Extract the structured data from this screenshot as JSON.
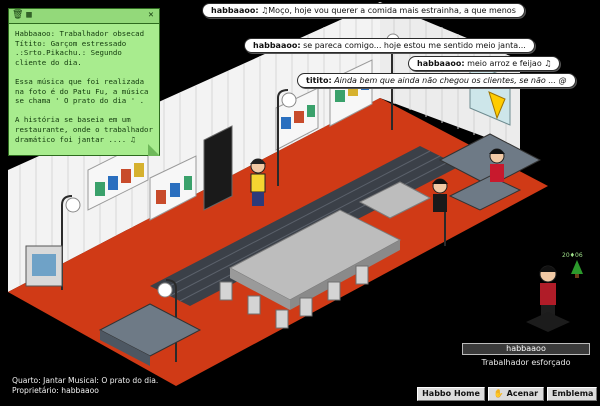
{
  "sticky_note": {
    "text": "Habbaaoo: Trabalhador obsecad\nTítito: Garçom estressado\n.:Srto.Pikachu.: Segundo cliente do dia.\n\nEssa música que foi realizada na foto é do Patu Fu, a música se chama ' O prato do dia ' .\n\nA história se baseia em um restaurante, onde o trabalhador dramático foi jantar .... ♫"
  },
  "chat": [
    {
      "user": "habbaaoo:",
      "message": "♫Moço, hoje vou querer a comida mais estrainha, a que menos",
      "italic": false
    },
    {
      "user": "habbaaoo:",
      "message": "se pareca comigo... hoje estou me sentido meio janta...",
      "italic": false
    },
    {
      "user": "habbaaoo:",
      "message": "meio arroz e feijao ♫",
      "italic": false
    },
    {
      "user": "titito:",
      "message": "Ainda bem que ainda não chegou os clientes, se não ... @",
      "italic": true
    }
  ],
  "room_info": {
    "room_line": "Quarto: Jantar Musical: O prato do dia.",
    "owner_line": "Proprietário: habbaaoo"
  },
  "selected_user": {
    "name": "habbaaoo",
    "motto": "Trabalhador esforçado",
    "badge_text": "20♦06"
  },
  "toolbar": {
    "habbo_home": "Habbo Home",
    "wave": "Acenar",
    "badge": "Emblema"
  },
  "icons": {
    "trash": "trash-icon",
    "palette": "color-palette-icon",
    "close": "close-icon",
    "wave": "waving-hand-icon"
  }
}
